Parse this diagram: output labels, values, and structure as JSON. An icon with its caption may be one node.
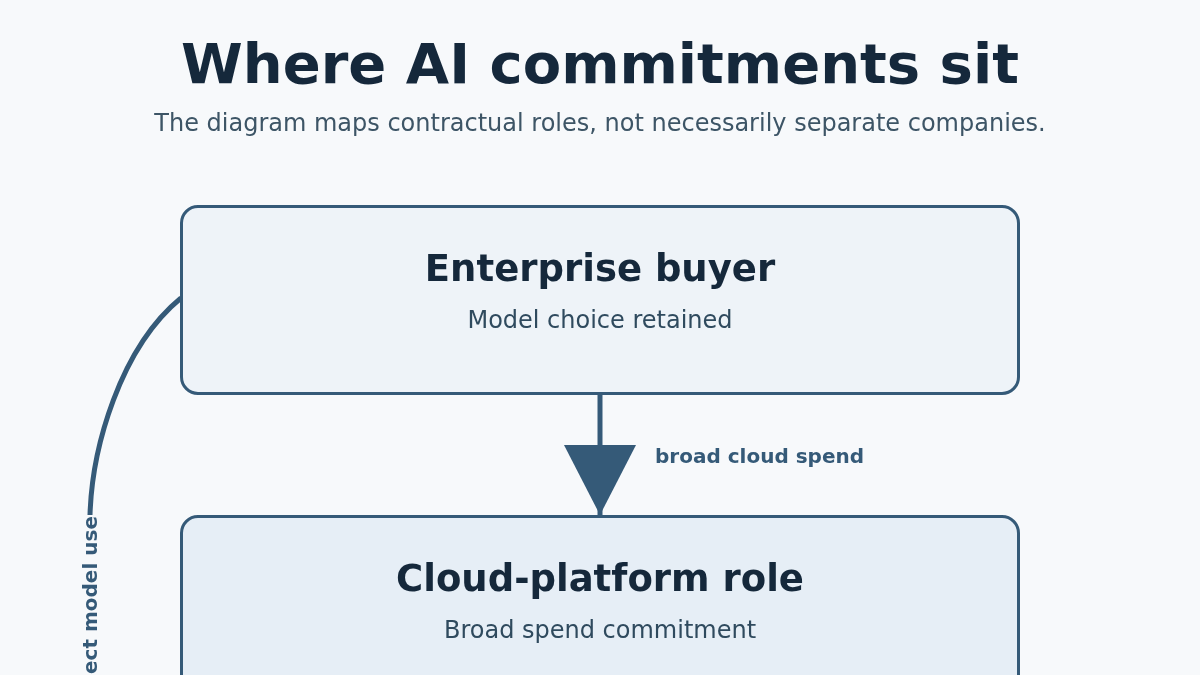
{
  "diagram": {
    "title": "Where AI commitments sit",
    "caption": "The diagram maps contractual roles, not necessarily separate companies.",
    "nodes": [
      {
        "text": [
          "Enterprise buyer",
          "Model choice retained"
        ]
      },
      {
        "text": [
          "Cloud-platform role",
          "Broad spend commitment"
        ]
      }
    ],
    "edges": [
      {
        "from": 0,
        "to": 1,
        "arrow": "to",
        "label": "broad cloud spend"
      },
      {
        "from": 0,
        "to": null,
        "arrow": "none",
        "label": "ect model use"
      }
    ]
  }
}
